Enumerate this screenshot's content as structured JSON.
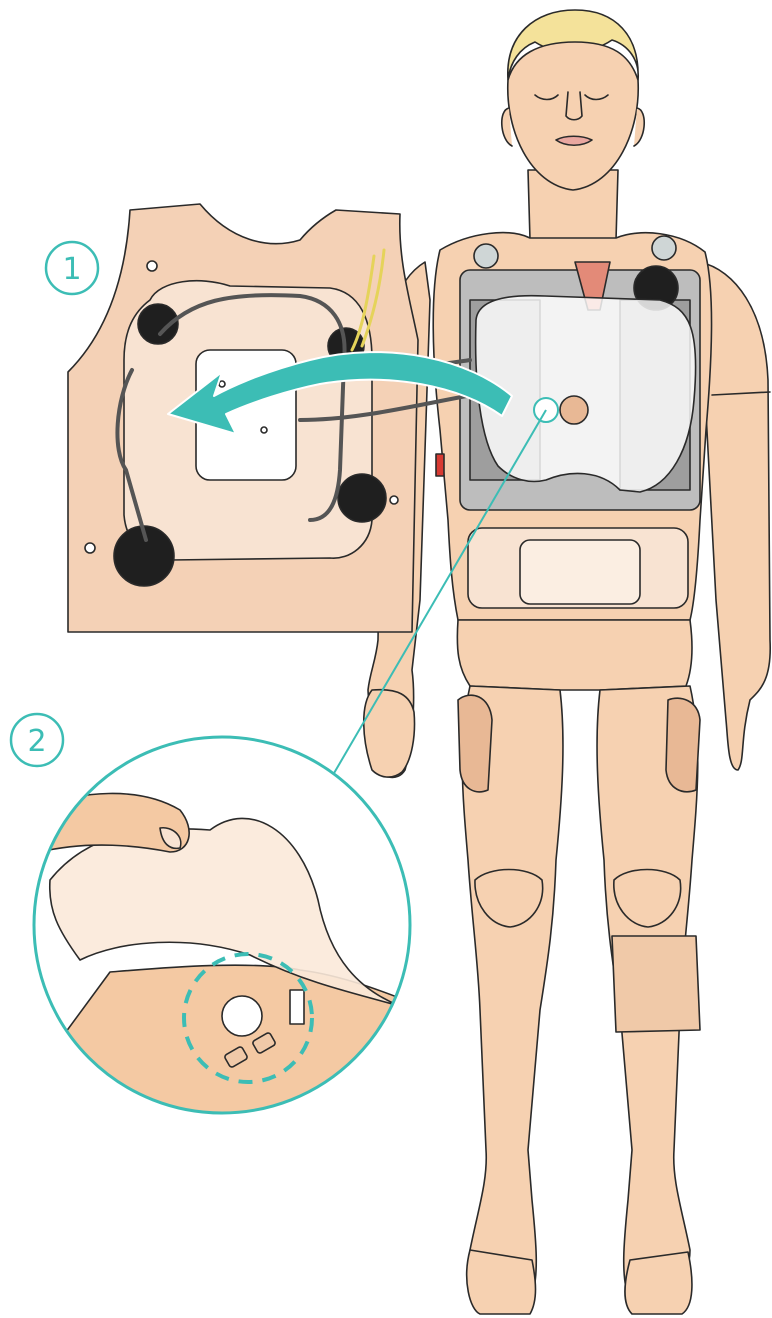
{
  "steps": [
    {
      "number": "1"
    },
    {
      "number": "2"
    }
  ],
  "colors": {
    "accent": "#3cbdb5",
    "skin": "#f6d1b1",
    "skin_shadow": "#e8b895",
    "outline": "#2a2a2a",
    "hair": "#f4e29a",
    "mechanics": "#a9a9a9",
    "pad": "#1f1f1f"
  },
  "icons": [
    "curved-arrow-icon",
    "dashed-highlight-circle-icon",
    "callout-leader-line"
  ]
}
